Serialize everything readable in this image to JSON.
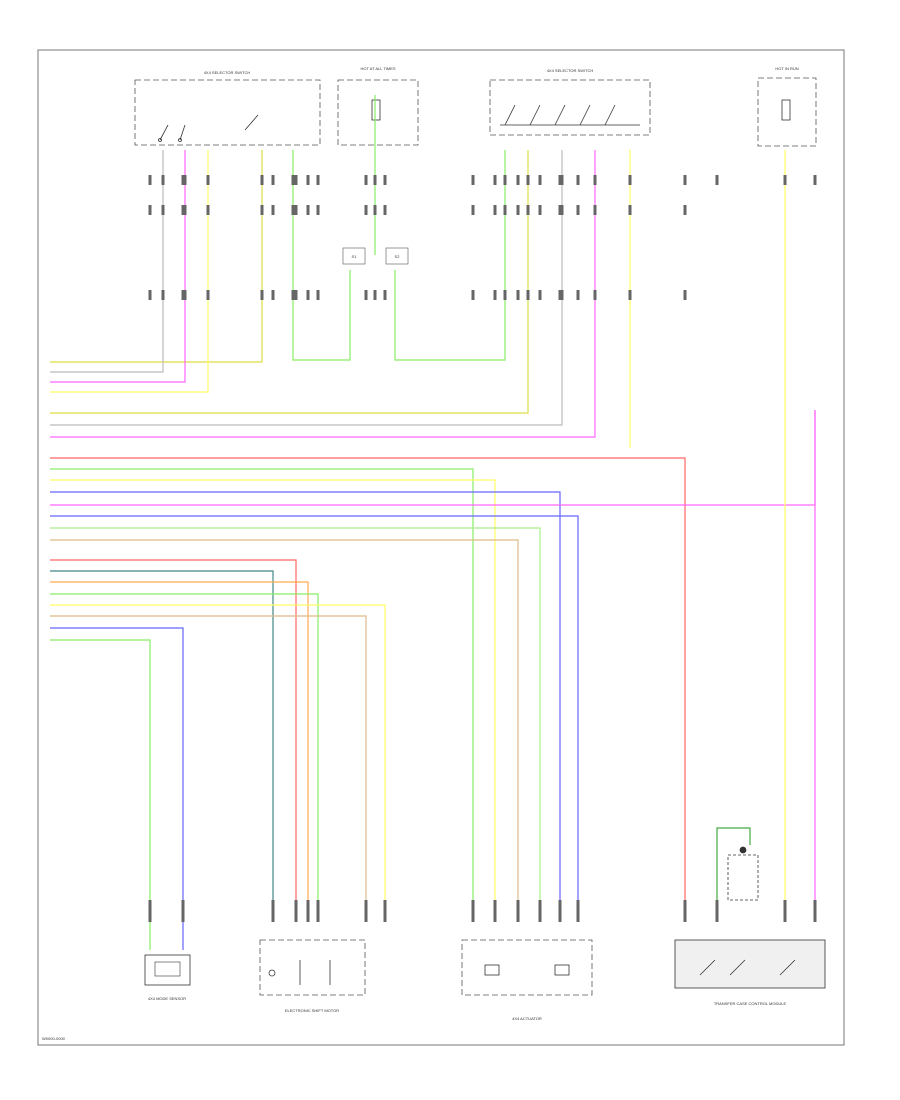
{
  "diagram": {
    "footer_code": "W0000-0000",
    "wire_colors": {
      "yellow_green": "#dddd44",
      "white": "#bbbbbb",
      "pink": "#ff66ff",
      "yellow": "#ffff66",
      "red": "#ff6666",
      "green": "#88ee66",
      "light_green": "#aaee88",
      "blue": "#6666ff",
      "teal": "#448888",
      "orange": "#ffaa55",
      "tan": "#ddbb88",
      "dark_green": "#44aa44"
    },
    "top_components": [
      {
        "id": "c1",
        "name": "4X4 SELECTOR SWITCH",
        "icon": "switch-icon"
      },
      {
        "id": "c2",
        "name": "HOT AT ALL TIMES",
        "icon": "fuse-icon"
      },
      {
        "id": "c3",
        "name": "4X4 SELECTOR SWITCH",
        "icon": "switch-icon"
      },
      {
        "id": "c4",
        "name": "HOT IN RUN",
        "icon": "fuse-icon"
      }
    ],
    "bottom_components": [
      {
        "id": "b1",
        "name": "4X4 MODE SENSOR",
        "icon": "sensor-icon"
      },
      {
        "id": "b2",
        "name": "ELECTRONIC SHIFT MOTOR",
        "icon": "motor-icon"
      },
      {
        "id": "b3",
        "name": "4X4 ACTUATOR",
        "icon": "actuator-icon"
      },
      {
        "id": "b4",
        "name": "TRANSFER CASE CONTROL MODULE",
        "icon": "module-icon"
      }
    ],
    "splice_labels": [
      "S1",
      "S2"
    ],
    "wire_groups": [
      {
        "id": "g1",
        "wires": [
          "YEL/GRN",
          "WHT",
          "GRN",
          "RED"
        ]
      },
      {
        "id": "g2",
        "wires": [
          "YEL/GRN",
          "WHT",
          "PNK",
          "YEL",
          "RED",
          "GRN",
          "BLU",
          "PNK",
          "TEAL",
          "GRN",
          "TAN"
        ]
      },
      {
        "id": "g3",
        "wires": [
          "RED",
          "TEAL",
          "ORG",
          "GRN",
          "YEL",
          "TAN",
          "BLU",
          "GRN"
        ]
      }
    ]
  }
}
